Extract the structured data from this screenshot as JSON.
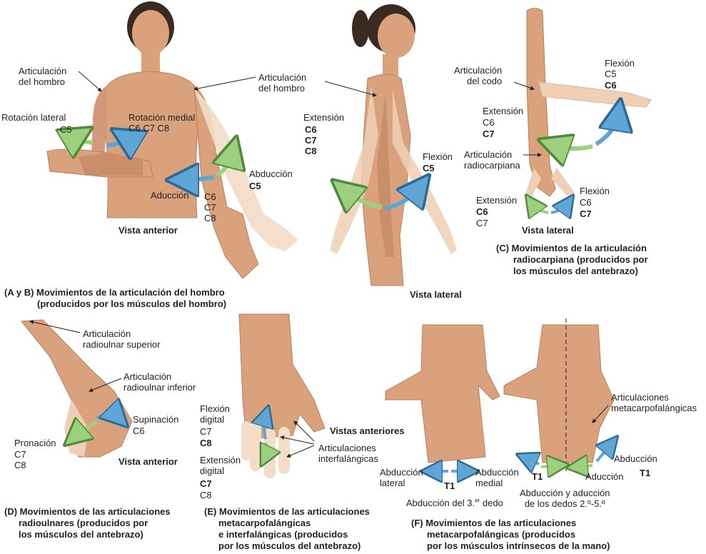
{
  "panel_ab": {
    "shoulder_left": [
      "Articulación",
      "del hombro"
    ],
    "shoulder_right": [
      "Articulación",
      "del hombro"
    ],
    "lat_rotation": "Rotación lateral",
    "lat_rotation_seg": "C5",
    "med_rotation": "Rotación medial",
    "med_rotation_segs": "C6 C7 C8",
    "adduction": "Aducción",
    "adduction_segs": [
      "C6",
      "C7",
      "C8"
    ],
    "abduction": "Abducción",
    "abduction_seg": "C5",
    "extension": "Extensión",
    "extension_segs": [
      "C6",
      "C7",
      "C8"
    ],
    "flexion": "Flexión",
    "flexion_seg": "C5",
    "view_anterior": "Vista anterior",
    "view_lateral": "Vista lateral",
    "caption": [
      "(A y B) Movimientos de la articulación del hombro",
      "(producidos por los músculos del hombro)"
    ]
  },
  "panel_c": {
    "elbow": [
      "Articulación",
      "del codo"
    ],
    "flexion_top": "Flexión",
    "flexion_top_segs": [
      "C5",
      "C6"
    ],
    "extension": "Extensión",
    "extension_segs": [
      "C6",
      "C7"
    ],
    "wrist": [
      "Articulación",
      "radiocarpiana"
    ],
    "ext_wrist": "Extensión",
    "ext_wrist_segs": [
      "C6",
      "C7"
    ],
    "flex_wrist": "Flexión",
    "flex_wrist_segs": [
      "C6",
      "C7"
    ],
    "view": "Vista lateral",
    "caption": [
      "(C) Movimientos de la articulación",
      "radiocarpiana (producidos por",
      "los músculos del antebrazo)"
    ]
  },
  "panel_d": {
    "sup_joint": [
      "Articulación",
      "radioulnar superior"
    ],
    "inf_joint": [
      "Articulación",
      "radioulnar inferior"
    ],
    "supination": "Supinación",
    "supination_seg": "C6",
    "pronation": "Pronación",
    "pronation_segs": [
      "C7",
      "C8"
    ],
    "view": "Vista anterior",
    "caption": [
      "(D) Movimientos de las articulaciones",
      "radioulnares (producidos por",
      "los músculos del antebrazo)"
    ]
  },
  "panel_e": {
    "digital_flexion": [
      "Flexión",
      "digital"
    ],
    "digital_flexion_segs": [
      "C7",
      "C8"
    ],
    "digital_extension": [
      "Extensión",
      "digital"
    ],
    "digital_extension_segs": [
      "C7",
      "C8"
    ],
    "interphalangeal": [
      "Articulaciones",
      "interfalángicas"
    ],
    "caption": [
      "(E) Movimientos de las articulaciones",
      "metacarpofalángicas",
      "e interfalángicas (producidos",
      "por los músculos del antebrazo)"
    ]
  },
  "panel_f": {
    "views_anterior": "Vistas anteriores",
    "lat_abduction": [
      "Abducción",
      "lateral"
    ],
    "med_abduction": [
      "Abducción",
      "medial"
    ],
    "t1_left": "T1",
    "third_finger_a": "Abducción del 3.",
    "third_finger_sup": "er",
    "third_finger_b": " dedo",
    "mcp_joints": [
      "Articulaciones",
      "metacarpofalángicas"
    ],
    "abduction": "Abducción",
    "abduction_seg": "T1",
    "adduction": "Aducción",
    "t1_mid": "T1",
    "abd_add": [
      "Abducción y aducción",
      "de los dedos 2.º-5.º"
    ],
    "caption": [
      "(F) Movimientos de las articulaciones",
      "metacarpofalángicas (producidos",
      "por los músculos intrínsecos de la mano)"
    ]
  },
  "colors": {
    "skin": "#d9a27c",
    "skin_dark": "#b9805c",
    "hair": "#3a2a22",
    "arrow_blue": "#5fa6d6",
    "arrow_green": "#9dd07e",
    "ghost": "#f3dcc8"
  }
}
